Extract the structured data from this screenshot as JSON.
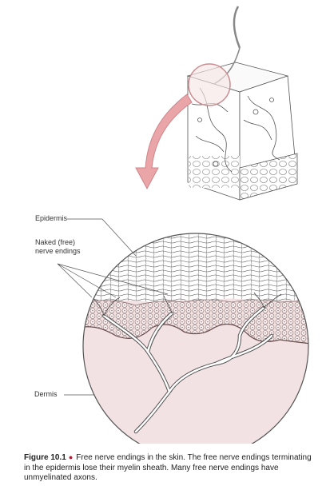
{
  "labels": {
    "epidermis": "Epidermis",
    "naked_line1": "Naked (free)",
    "naked_line2": "nerve endings",
    "dermis": "Dermis"
  },
  "caption": {
    "figure_number": "Figure 10.1",
    "bullet": "●",
    "text": "Free nerve endings in the skin. The free nerve endings terminating in the epidermis lose their myelin sheath. Many free nerve endings have unmyelinated axons."
  },
  "colors": {
    "arrow": "#e9a5a8",
    "dermis_fill": "#f3e2e4",
    "cell_fill": "#f1e1e1",
    "bullet": "#c8102e"
  }
}
